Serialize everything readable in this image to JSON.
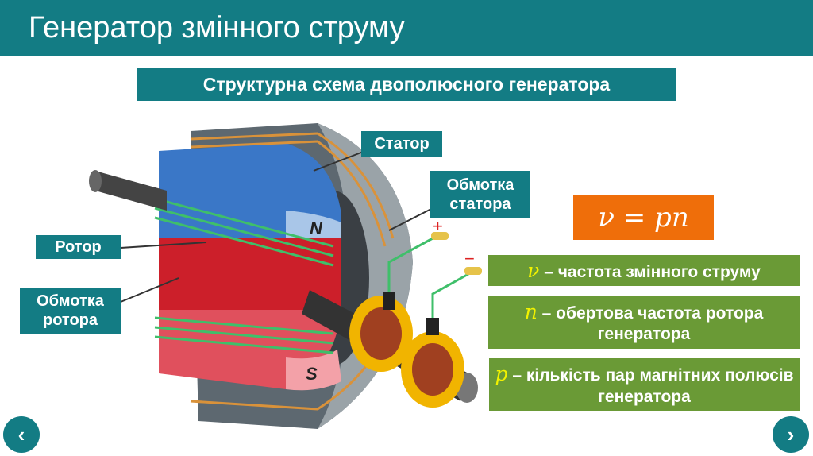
{
  "header": {
    "title": "Генератор змінного струму"
  },
  "subtitle": "Структурна схема двополюсного генератора",
  "labels": {
    "stator": "Статор",
    "stator_winding": "Обмотка статора",
    "rotor": "Ротор",
    "rotor_winding": "Обмотка ротора",
    "pole_n": "N",
    "pole_s": "S",
    "plus": "+",
    "minus": "−"
  },
  "formula": "ν = pn",
  "definitions": [
    {
      "symbol": "ν",
      "text": " – частота змінного струму"
    },
    {
      "symbol": "n",
      "text": " – обертова частота ротора генератора"
    },
    {
      "symbol": "p",
      "text": " – кількість пар магнітних полюсів генератора"
    }
  ],
  "nav": {
    "prev": "‹",
    "next": "›"
  },
  "colors": {
    "teal": "#137c84",
    "orange": "#ef6e0a",
    "green": "#6a9a36",
    "symbol": "#f2f200"
  }
}
